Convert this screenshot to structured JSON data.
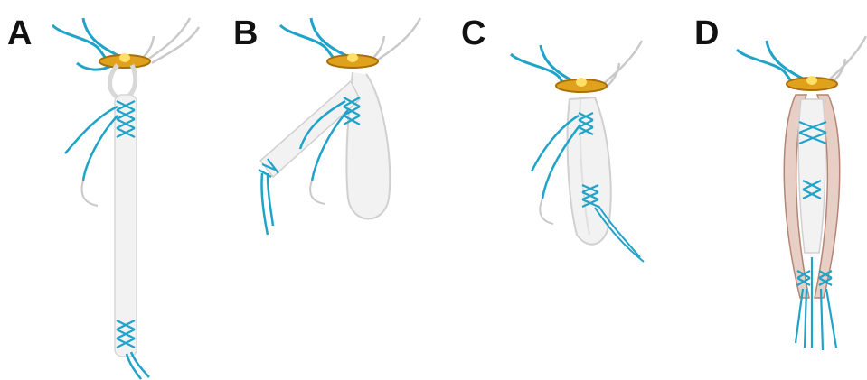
{
  "panels": [
    {
      "label": "A"
    },
    {
      "label": "B"
    },
    {
      "label": "C"
    },
    {
      "label": "D"
    }
  ],
  "colors": {
    "suture": "#1fa3c9",
    "tendon": "#f2f2f2",
    "tendon_outline": "#c9c9c9",
    "button": "#e0a21c",
    "button_dark": "#a86f0c",
    "allograft": "#c99a8c",
    "background": "#ffffff"
  },
  "icons": {
    "button": "cortical-button-icon",
    "tendon": "tendon-graft-icon",
    "suture": "whipstitch-suture-icon"
  }
}
